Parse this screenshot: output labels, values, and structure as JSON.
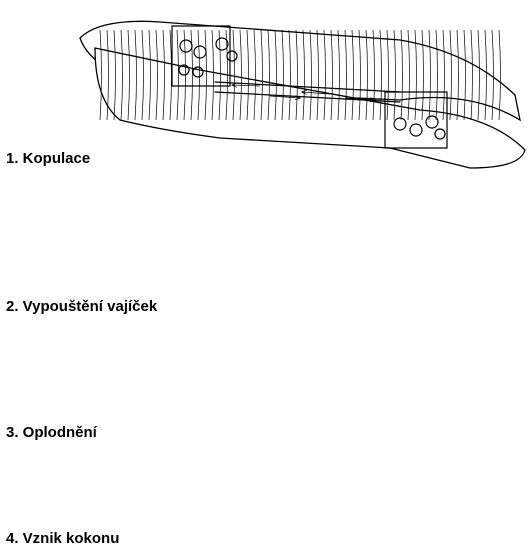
{
  "steps": [
    {
      "id": "copulation",
      "label": "1. Kopulace"
    },
    {
      "id": "egg-release",
      "label": "2. Vypouštění vajíček"
    },
    {
      "id": "fertilization",
      "label": "3. Oplodnění"
    },
    {
      "id": "cocoon",
      "label": "4. Vznik kokonu"
    }
  ],
  "colors": {
    "ink": "#000000",
    "paper": "#ffffff"
  }
}
